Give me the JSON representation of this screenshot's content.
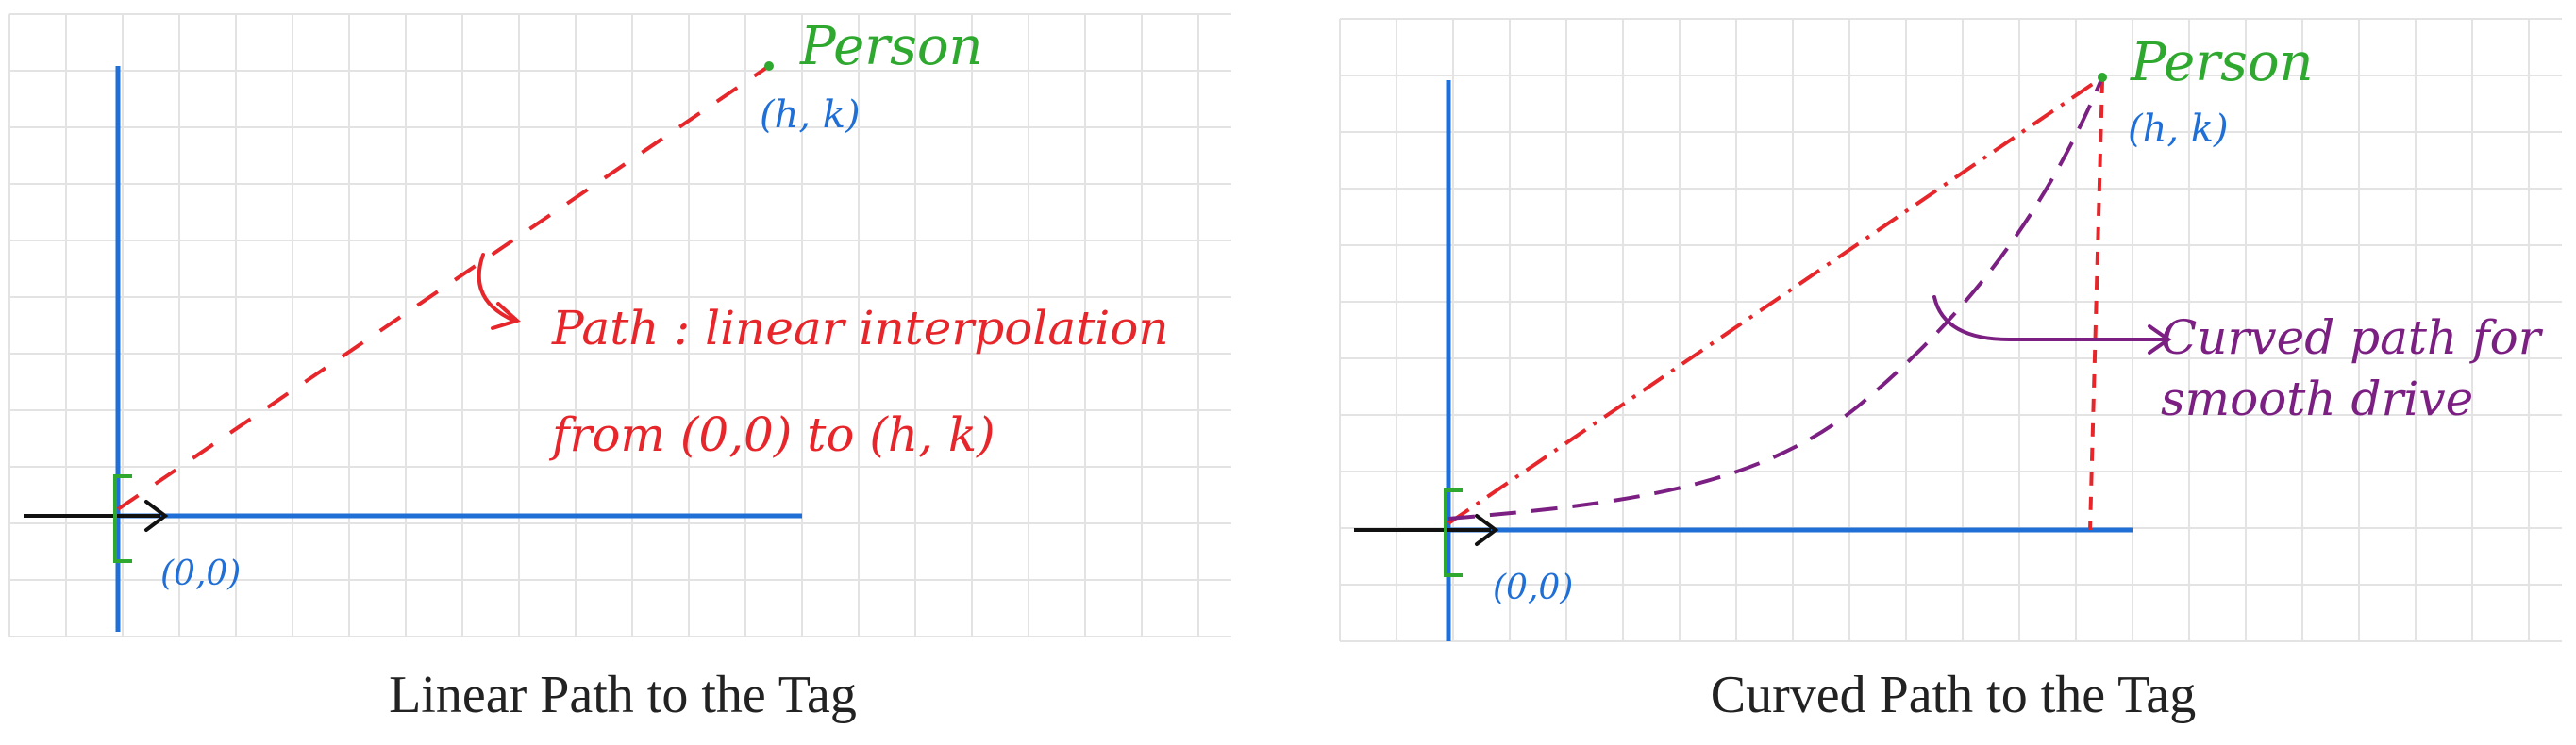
{
  "colors": {
    "grid": "#e3e3e3",
    "axis": "#1f6fd6",
    "path": "#e6262a",
    "curve": "#7b2082",
    "person": "#2ea82e",
    "arrow": "#111111",
    "caption": "#222222"
  },
  "panels": [
    {
      "id": "left",
      "caption": "Linear Path to the Tag",
      "person_label": "Person",
      "target_label": "(h, k)",
      "origin_label": "(0,0)",
      "note_line1": "Path : linear interpolation",
      "note_line2": "from (0,0) to (h, k)"
    },
    {
      "id": "right",
      "caption": "Curved Path to the Tag",
      "person_label": "Person",
      "target_label": "(h, k)",
      "origin_label": "(0,0)",
      "note_line1": "Curved path for",
      "note_line2": "smooth drive"
    }
  ]
}
